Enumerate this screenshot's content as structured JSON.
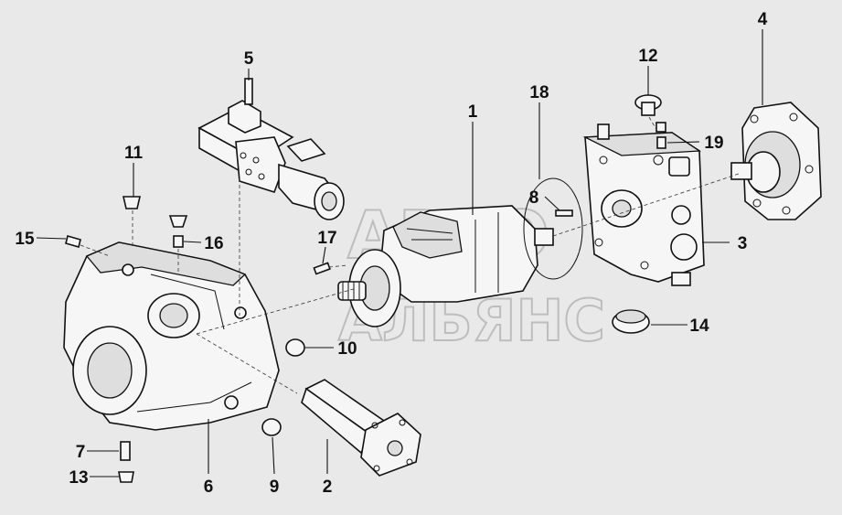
{
  "diagram": {
    "watermark": {
      "line1": "АВТО",
      "line2": "АЛЬЯНС"
    },
    "callouts": [
      {
        "id": "1",
        "label": "1"
      },
      {
        "id": "2",
        "label": "2"
      },
      {
        "id": "3",
        "label": "3"
      },
      {
        "id": "4",
        "label": "4"
      },
      {
        "id": "5",
        "label": "5"
      },
      {
        "id": "6",
        "label": "6"
      },
      {
        "id": "7",
        "label": "7"
      },
      {
        "id": "8",
        "label": "8"
      },
      {
        "id": "9",
        "label": "9"
      },
      {
        "id": "10",
        "label": "10"
      },
      {
        "id": "11",
        "label": "11"
      },
      {
        "id": "12",
        "label": "12"
      },
      {
        "id": "13",
        "label": "13"
      },
      {
        "id": "14",
        "label": "14"
      },
      {
        "id": "15",
        "label": "15"
      },
      {
        "id": "16",
        "label": "16"
      },
      {
        "id": "17",
        "label": "17"
      },
      {
        "id": "18",
        "label": "18"
      },
      {
        "id": "19",
        "label": "19"
      }
    ]
  }
}
